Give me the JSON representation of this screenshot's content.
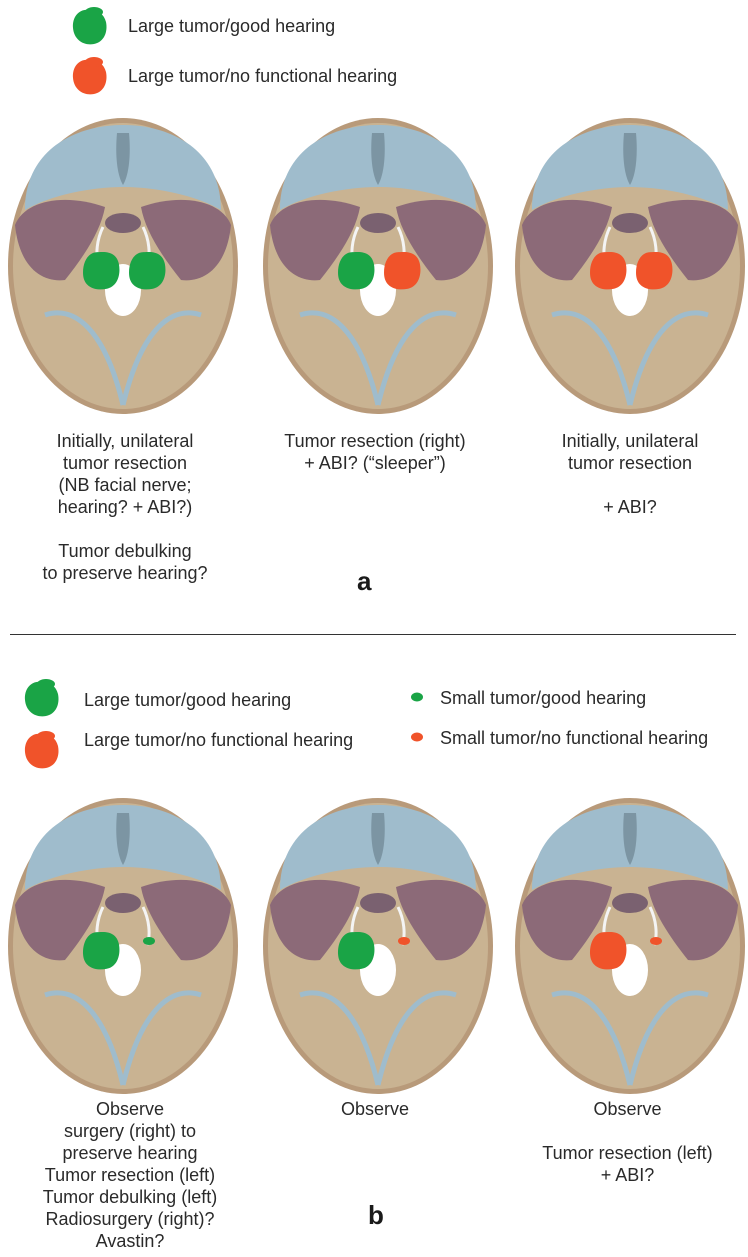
{
  "colors": {
    "good_hearing": "#1aa446",
    "no_hearing": "#f0532a",
    "brain": "#9fbccc",
    "fossa": "#8c6a78",
    "bone": "#c9b392",
    "outline": "#b89a7a"
  },
  "panel_a": {
    "letter": "a",
    "legend": [
      {
        "label": "Large tumor/good hearing",
        "color": "#1aa446"
      },
      {
        "label": "Large tumor/no functional hearing",
        "color": "#f0532a"
      }
    ],
    "captions": [
      {
        "lines": [
          "Initially, unilateral",
          "tumor resection",
          "(NB facial nerve;",
          "hearing? + ABI?)",
          "",
          "Tumor debulking",
          "to preserve hearing?"
        ]
      },
      {
        "lines": [
          "Tumor resection (right)",
          "+ ABI? (“sleeper”)"
        ]
      },
      {
        "lines": [
          "Initially, unilateral",
          "tumor resection",
          "",
          "+ ABI?"
        ]
      }
    ],
    "skulls": [
      {
        "left": "large-good",
        "right": "large-good"
      },
      {
        "left": "large-good",
        "right": "large-none"
      },
      {
        "left": "large-none",
        "right": "large-none"
      }
    ]
  },
  "panel_b": {
    "letter": "b",
    "legend": [
      {
        "label": "Large tumor/good hearing",
        "color": "#1aa446"
      },
      {
        "label": "Large tumor/no functional hearing",
        "color": "#f0532a"
      },
      {
        "label": "Small tumor/good hearing",
        "color": "#1aa446"
      },
      {
        "label": "Small tumor/no functional hearing",
        "color": "#f0532a"
      }
    ],
    "captions": [
      {
        "lines": [
          "Observe",
          "surgery (right) to",
          "preserve hearing",
          "Tumor resection (left)",
          "Tumor debulking (left)",
          "Radiosurgery (right)?",
          "Avastin?"
        ]
      },
      {
        "lines": [
          "Observe"
        ]
      },
      {
        "lines": [
          "Observe",
          "",
          "Tumor resection (left)",
          "+ ABI?"
        ]
      }
    ],
    "skulls": [
      {
        "left": "large-good",
        "right": "small-good"
      },
      {
        "left": "large-good",
        "right": "small-none"
      },
      {
        "left": "large-none",
        "right": "small-none"
      }
    ]
  }
}
